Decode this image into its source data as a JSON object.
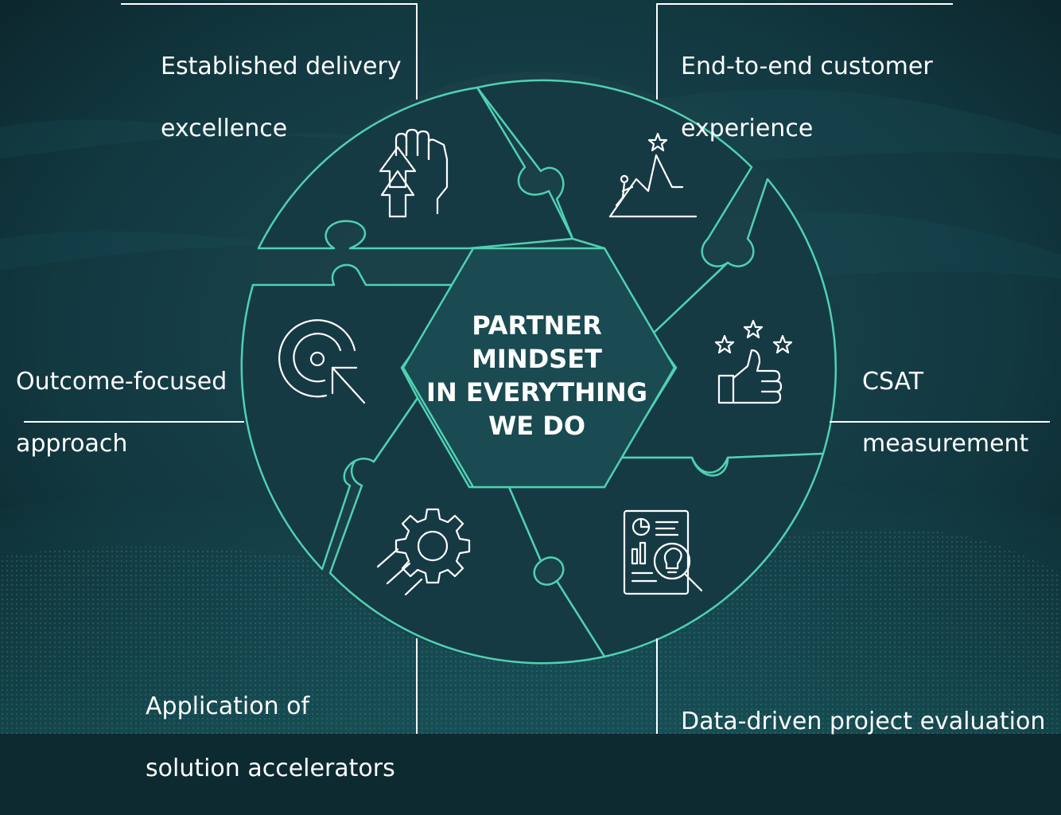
{
  "center": {
    "lines": [
      "PARTNER",
      "MINDSET",
      "IN EVERYTHING",
      "WE DO"
    ]
  },
  "segments": [
    {
      "lines": [
        "Established delivery",
        "excellence"
      ],
      "icon": "raised-fist-arrows-icon"
    },
    {
      "lines": [
        "End-to-end customer",
        "experience"
      ],
      "icon": "mountain-summit-star-icon"
    },
    {
      "lines": [
        "CSAT",
        "measurement"
      ],
      "icon": "thumbs-up-stars-icon"
    },
    {
      "lines": [
        "Data-driven project evaluation"
      ],
      "icon": "report-magnifier-lightbulb-icon"
    },
    {
      "lines": [
        "Application of",
        "solution accelerators"
      ],
      "icon": "speeding-gear-icon"
    },
    {
      "lines": [
        "Outcome-focused",
        "approach"
      ],
      "icon": "target-cursor-icon"
    }
  ],
  "colors": {
    "background": "#0d2a30",
    "accent": "#4fd1b3",
    "piece_fill": "#163a44",
    "text": "#ffffff"
  }
}
